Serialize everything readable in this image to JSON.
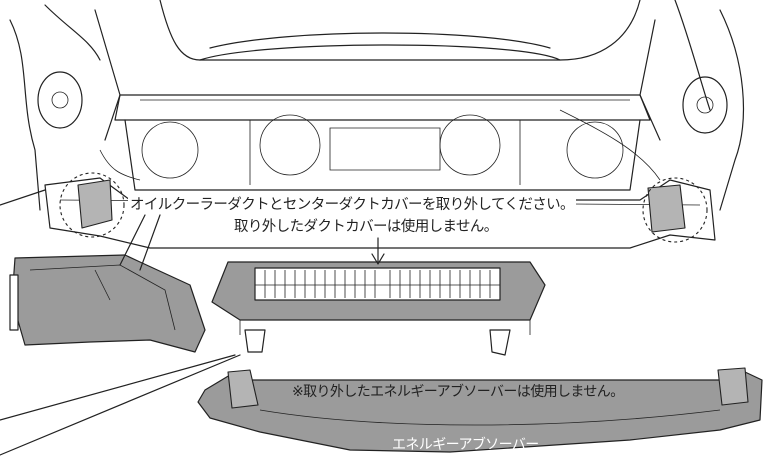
{
  "labels": {
    "instruction_line1": "オイルクーラーダクトとセンターダクトカバーを取り外してください。",
    "instruction_line2": "取り外したダクトカバーは使用しません。",
    "absorber_note": "※取り外したエネルギーアブソーバーは使用しません。",
    "absorber_name": "エネルギーアブソーバー"
  },
  "colors": {
    "line": "#222222",
    "part_fill": "#9b9b9b",
    "background": "#ffffff",
    "part_text": "#ffffff"
  }
}
